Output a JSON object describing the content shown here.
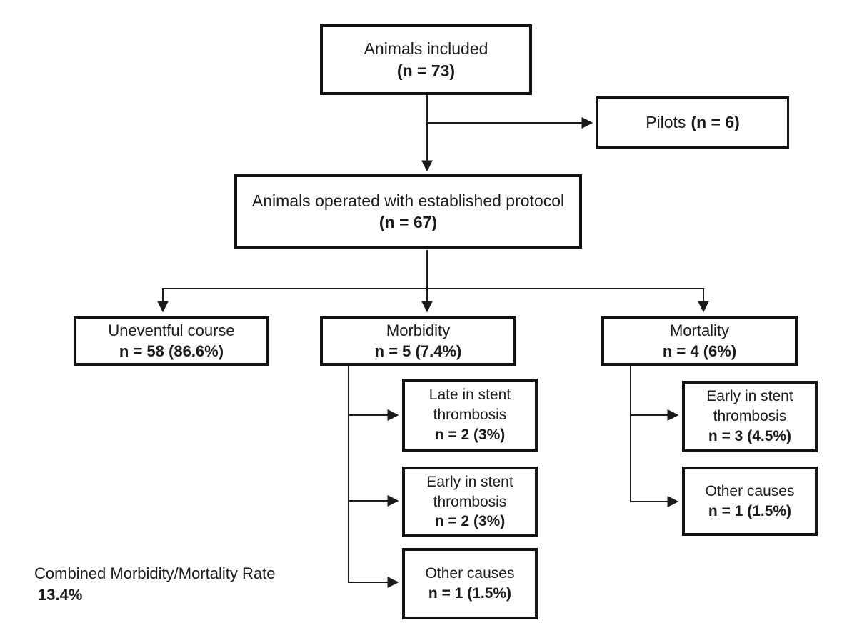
{
  "flowchart": {
    "nodes": {
      "included": {
        "label": "Animals included",
        "value": "(n = 73)"
      },
      "pilots": {
        "label": "Pilots",
        "value": "(n = 6)"
      },
      "protocol": {
        "label": "Animals operated with established protocol",
        "value": "(n = 67)"
      },
      "uneventful": {
        "label": "Uneventful course",
        "value": "n = 58 (86.6%)"
      },
      "morbidity": {
        "label": "Morbidity",
        "value": "n = 5 (7.4%)"
      },
      "mortality": {
        "label": "Mortality",
        "value": "n = 4 (6%)"
      },
      "morbidity_late_stent": {
        "label": "Late in stent\nthrombosis",
        "value": "n = 2 (3%)"
      },
      "morbidity_early_stent": {
        "label": "Early in stent\nthrombosis",
        "value": "n = 2 (3%)"
      },
      "morbidity_other": {
        "label": "Other causes",
        "value": "n = 1 (1.5%)"
      },
      "mortality_early_stent": {
        "label": "Early in stent\nthrombosis",
        "value": "n = 3 (4.5%)"
      },
      "mortality_other": {
        "label": "Other causes",
        "value": "n = 1 (1.5%)"
      }
    },
    "note": {
      "label": "Combined Morbidity/Mortality Rate",
      "value": "13.4%"
    },
    "colors": {
      "line": "#1a1a1a",
      "border": "#111111",
      "background": "#ffffff",
      "text": "#1a1a1a"
    }
  }
}
